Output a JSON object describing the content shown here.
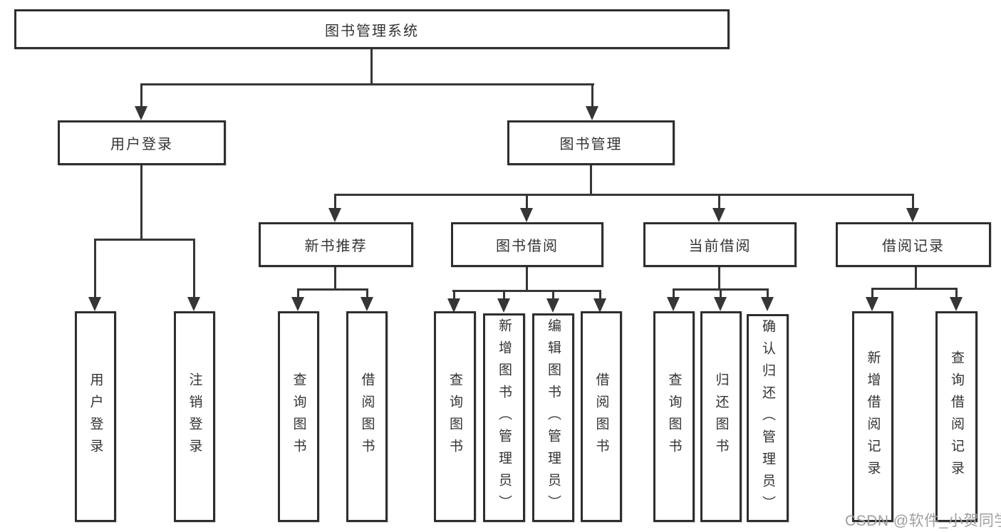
{
  "colors": {
    "line": "#363636",
    "box_border": "#2e2e2e",
    "text": "#333333",
    "watermark": "#9e9e9e",
    "background": "#ffffff"
  },
  "tree": {
    "label": "图书管理系统",
    "children": [
      {
        "label": "用户登录",
        "children": [
          {
            "label": "用户登录"
          },
          {
            "label": "注销登录"
          }
        ]
      },
      {
        "label": "图书管理",
        "children": [
          {
            "label": "新书推荐",
            "children": [
              {
                "label": "查询图书"
              },
              {
                "label": "借阅图书"
              }
            ]
          },
          {
            "label": "图书借阅",
            "children": [
              {
                "label": "查询图书"
              },
              {
                "label": "新增图书（管理员）"
              },
              {
                "label": "编辑图书（管理员）"
              },
              {
                "label": "借阅图书"
              }
            ]
          },
          {
            "label": "当前借阅",
            "children": [
              {
                "label": "查询图书"
              },
              {
                "label": "归还图书"
              },
              {
                "label": "确认归还（管理员）"
              }
            ]
          },
          {
            "label": "借阅记录",
            "children": [
              {
                "label": "新增借阅记录"
              },
              {
                "label": "查询借阅记录"
              }
            ]
          }
        ]
      }
    ]
  },
  "watermark": {
    "text": "CSDN @软件_小贺同学"
  }
}
